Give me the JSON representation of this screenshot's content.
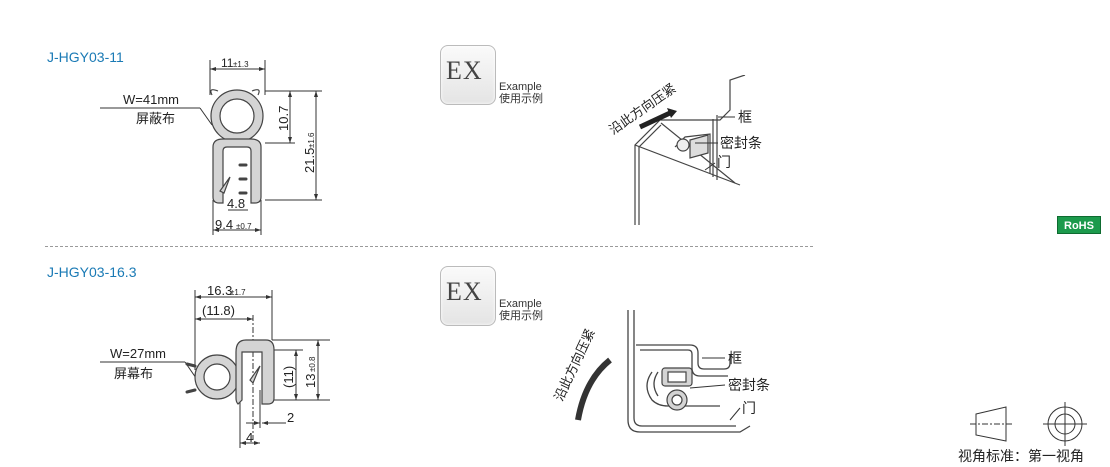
{
  "sections": [
    {
      "title": "J-HGY03-11",
      "width_label": "W=41mm",
      "material": "屏蔽布",
      "dims": {
        "top": "11",
        "top_tol": "±1.3",
        "bulb": "10.7",
        "height": "21.5",
        "height_tol": "±1.6",
        "gap": "4.8",
        "base": "9.4",
        "base_tol": "±0.7"
      },
      "example": {
        "icon": "EX",
        "label_en": "Example",
        "label_cn": "使用示例"
      },
      "illustration": {
        "direction": "沿此方向压紧",
        "frame": "框",
        "seal": "密封条",
        "door": "门"
      }
    },
    {
      "title": "J-HGY03-16.3",
      "width_label": "W=27mm",
      "material": "屏幕布",
      "dims": {
        "top": "16.3",
        "top_tol": "±1.7",
        "inner": "(11.8)",
        "clip": "(11)",
        "height": "13",
        "height_tol": "±0.8",
        "lip": "2",
        "gap": "4"
      },
      "example": {
        "icon": "EX",
        "label_en": "Example",
        "label_cn": "使用示例"
      },
      "illustration": {
        "direction": "沿此方向压紧",
        "frame": "框",
        "seal": "密封条",
        "door": "门"
      }
    }
  ],
  "badge": {
    "label": "RoHS",
    "color": "#1c9a4c"
  },
  "projection": {
    "label": "视角标准：第一视角"
  },
  "accent_color": "#1a7ab5"
}
